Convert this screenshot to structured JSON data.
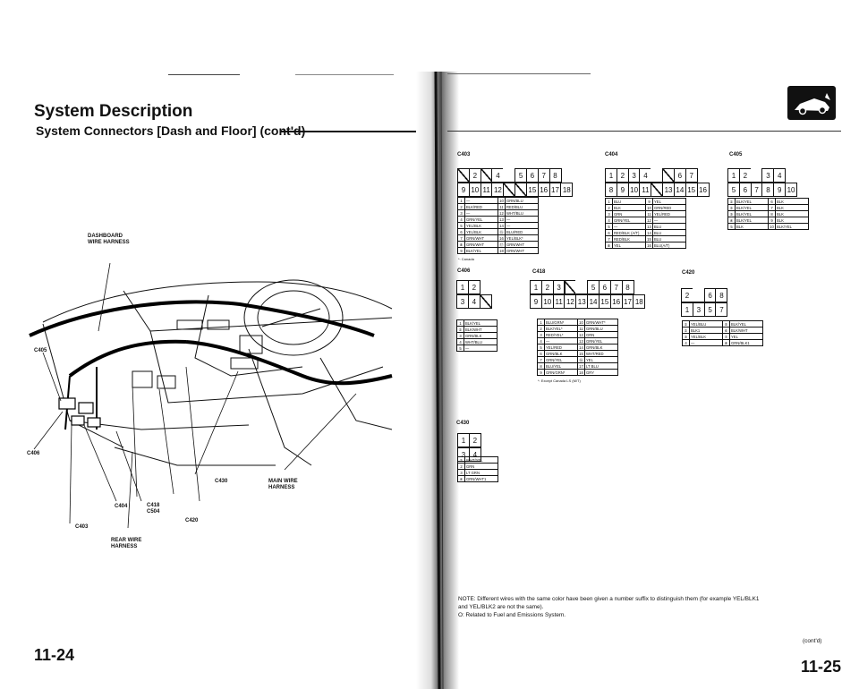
{
  "left_page": {
    "title": "System Description",
    "subtitle": "System Connectors [Dash and Floor] (cont'd)",
    "page_number": "11-24",
    "labels": {
      "dashboard_wire_harness": "DASHBOARD\nWIRE HARNESS",
      "c405": "C405",
      "c406": "C406",
      "c403": "C403",
      "c404": "C404",
      "c418_c504": "C418\nC504",
      "c420": "C420",
      "c430": "C430",
      "main_wire_harness": "MAIN WIRE\nHARNESS",
      "rear_wire_harness": "REAR WIRE\nHARNESS"
    }
  },
  "right_page": {
    "page_number": "11-25",
    "section_icon": "car-icon",
    "contd": "(cont'd)",
    "note_line1": "NOTE: Different wires with the same color have been given a number suffix to distinguish them (for example YEL/BLK1",
    "note_line2": "and YEL/BLK2 are not the same).",
    "note_line3": "O: Related to Fuel and Emissions System.",
    "connectors": {
      "c403": {
        "name": "C403",
        "left": [
          [
            "1",
            "—"
          ],
          [
            "2",
            "BLK/RED"
          ],
          [
            "3",
            "—"
          ],
          [
            "4",
            "GRN/YEL"
          ],
          [
            "5",
            "YEL/BLK"
          ],
          [
            "6",
            "YEL/BLK"
          ],
          [
            "7",
            "GRN/WHT"
          ],
          [
            "⑧",
            "GRN/WHT"
          ],
          [
            "9",
            "BLK/YEL"
          ]
        ],
        "right": [
          [
            "10",
            "GRN/BLU"
          ],
          [
            "11",
            "RED/BLU"
          ],
          [
            "12",
            "WHT/BLU"
          ],
          [
            "13",
            "—"
          ],
          [
            "14",
            "—"
          ],
          [
            "⑮",
            "BLU/RED"
          ],
          [
            "16",
            "YEL/BLK*"
          ],
          [
            "⑰",
            "GRN/WHT"
          ],
          [
            "18",
            "GRN/WHT"
          ]
        ],
        "footnote": "*: Canada"
      },
      "c404": {
        "name": "C404",
        "left": [
          [
            "1",
            "BLU"
          ],
          [
            "2",
            "BLK"
          ],
          [
            "3",
            "GRN"
          ],
          [
            "4",
            "GRN/YEL"
          ],
          [
            "5",
            "—"
          ],
          [
            "6",
            "RED/BLK (A/T)"
          ],
          [
            "7",
            "RED/BLK"
          ],
          [
            "⑧",
            "YEL"
          ]
        ],
        "right": [
          [
            "9",
            "YEL"
          ],
          [
            "10",
            "GRN/RED"
          ],
          [
            "11",
            "YEL/RED"
          ],
          [
            "12",
            "—"
          ],
          [
            "13",
            "BLU"
          ],
          [
            "14",
            "BLU"
          ],
          [
            "15",
            "BLU"
          ],
          [
            "16",
            "BLU(A/T)"
          ]
        ]
      },
      "c405": {
        "name": "C405",
        "left": [
          [
            "①",
            "BLK/YEL"
          ],
          [
            "②",
            "BLK/YEL"
          ],
          [
            "③",
            "BLK/YEL"
          ],
          [
            "④",
            "BLK/YEL"
          ],
          [
            "5",
            "BLK"
          ]
        ],
        "right": [
          [
            "6",
            "BLK"
          ],
          [
            "7",
            "BLK"
          ],
          [
            "8",
            "BLK"
          ],
          [
            "9",
            "BLK"
          ],
          [
            "10",
            "BLK/YEL"
          ]
        ]
      },
      "c406": {
        "name": "C406",
        "rows": [
          [
            "1",
            "BLK/YEL"
          ],
          [
            "②",
            "BLK/WHT"
          ],
          [
            "3",
            "GRN/BLK"
          ],
          [
            "4",
            "WHT/BLU"
          ],
          [
            "5",
            "—"
          ]
        ]
      },
      "c418": {
        "name": "C418",
        "left": [
          [
            "1",
            "BLU/GRN*"
          ],
          [
            "2",
            "BLK/YEL*"
          ],
          [
            "3",
            "RED/YEL*"
          ],
          [
            "4",
            "—"
          ],
          [
            "5",
            "YEL/RED"
          ],
          [
            "6",
            "GRN/BLK"
          ],
          [
            "7",
            "GRN/YEL"
          ],
          [
            "8",
            "BLU/YEL"
          ],
          [
            "9",
            "GRN/GRN*"
          ]
        ],
        "right": [
          [
            "10",
            "GRN/WHT*"
          ],
          [
            "11",
            "GRN/BLU"
          ],
          [
            "12",
            "GRN"
          ],
          [
            "13",
            "GRN/YEL"
          ],
          [
            "14",
            "GRN/BLK"
          ],
          [
            "15",
            "WHT/RED"
          ],
          [
            "⑯",
            "YEL"
          ],
          [
            "17",
            "LT BLU"
          ],
          [
            "18",
            "GRY"
          ]
        ],
        "footnote": "*: Except Canada LS (M/T)"
      },
      "c420": {
        "name": "C420",
        "left": [
          [
            "①",
            "YEL/BLU"
          ],
          [
            "②",
            "BLK1"
          ],
          [
            "③",
            "YEL/BLK"
          ],
          [
            "4",
            "—"
          ]
        ],
        "right": [
          [
            "⑤",
            "BLK/YEL"
          ],
          [
            "⑥",
            "BLK/WHT"
          ],
          [
            "⑦",
            "YEL"
          ],
          [
            "⑧",
            "GRN/BLK1"
          ]
        ]
      },
      "c430": {
        "name": "C430",
        "rows": [
          [
            "①",
            "WHT/YEL"
          ],
          [
            "2",
            "GRN"
          ],
          [
            "3",
            "LT GRN"
          ],
          [
            "④",
            "GRN/WHT1"
          ]
        ]
      }
    },
    "pin_faces": {
      "c403_top": [
        "/",
        "2",
        "/",
        "4",
        "",
        "5",
        "6",
        "7",
        "8"
      ],
      "c403_bot": [
        "9",
        "10",
        "11",
        "12",
        "/",
        "/",
        "15",
        "16",
        "17",
        "18"
      ],
      "c404_top": [
        "1",
        "2",
        "3",
        "4",
        "",
        "/",
        "6",
        "7"
      ],
      "c404_bot": [
        "8",
        "9",
        "10",
        "11",
        "/",
        "13",
        "14",
        "15",
        "16"
      ],
      "c405_top": [
        "1",
        "2",
        "",
        "3",
        "4"
      ],
      "c405_bot": [
        "5",
        "6",
        "7",
        "8",
        "9",
        "10"
      ],
      "c406_top": [
        "1",
        "2"
      ],
      "c406_bot": [
        "3",
        "4",
        "/"
      ],
      "c418_top": [
        "1",
        "2",
        "3",
        "/",
        "",
        "5",
        "6",
        "7",
        "8"
      ],
      "c418_bot": [
        "9",
        "10",
        "11",
        "12",
        "13",
        "14",
        "15",
        "16",
        "17",
        "18"
      ],
      "c420_top": [
        "2",
        "",
        "6",
        "8"
      ],
      "c420_bot": [
        "1",
        "3",
        "5",
        "7"
      ],
      "c430_top": [
        "1",
        "2"
      ],
      "c430_bot": [
        "3",
        "4"
      ]
    }
  }
}
